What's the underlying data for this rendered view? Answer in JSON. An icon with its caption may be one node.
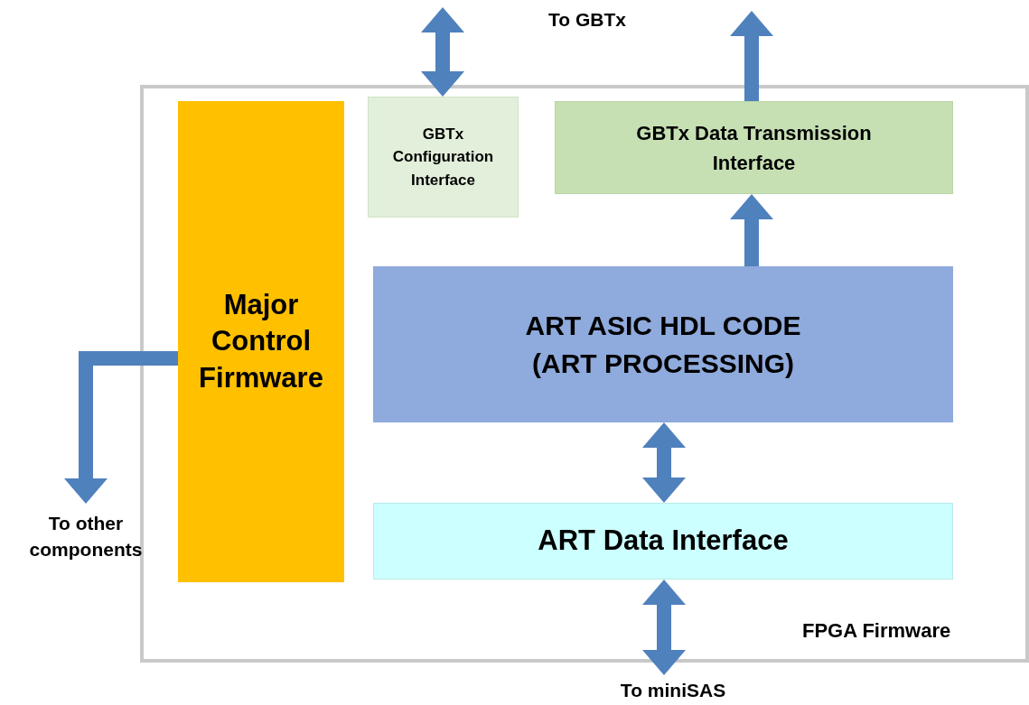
{
  "diagram": {
    "nodes": [
      {
        "text": [
          "FPGA Firmware"
        ]
      },
      {
        "text": [
          "Major Control Firmware"
        ],
        "in": 0
      },
      {
        "text": [
          "GBTx Configuration Interface"
        ],
        "in": 0
      },
      {
        "text": [
          "GBTx Data Transmission Interface"
        ],
        "in": 0
      },
      {
        "text": [
          "ART ASIC HDL CODE (ART PROCESSING)"
        ],
        "in": 0
      },
      {
        "text": [
          "ART Data Interface"
        ],
        "in": 0
      },
      {
        "text": [
          "To other components"
        ]
      },
      {
        "text": [
          "To miniSAS"
        ]
      }
    ],
    "edges": [
      {
        "from": 2,
        "to": null,
        "arrow": "both"
      },
      {
        "from": 3,
        "to": null,
        "arrow": "to"
      },
      {
        "from": 4,
        "to": 3,
        "arrow": "to"
      },
      {
        "from": 4,
        "to": 5,
        "arrow": "both"
      },
      {
        "from": 5,
        "to": 7,
        "arrow": "both"
      },
      {
        "from": 1,
        "to": 6,
        "arrow": "to"
      }
    ],
    "labels": [
      "To GBTx"
    ]
  }
}
